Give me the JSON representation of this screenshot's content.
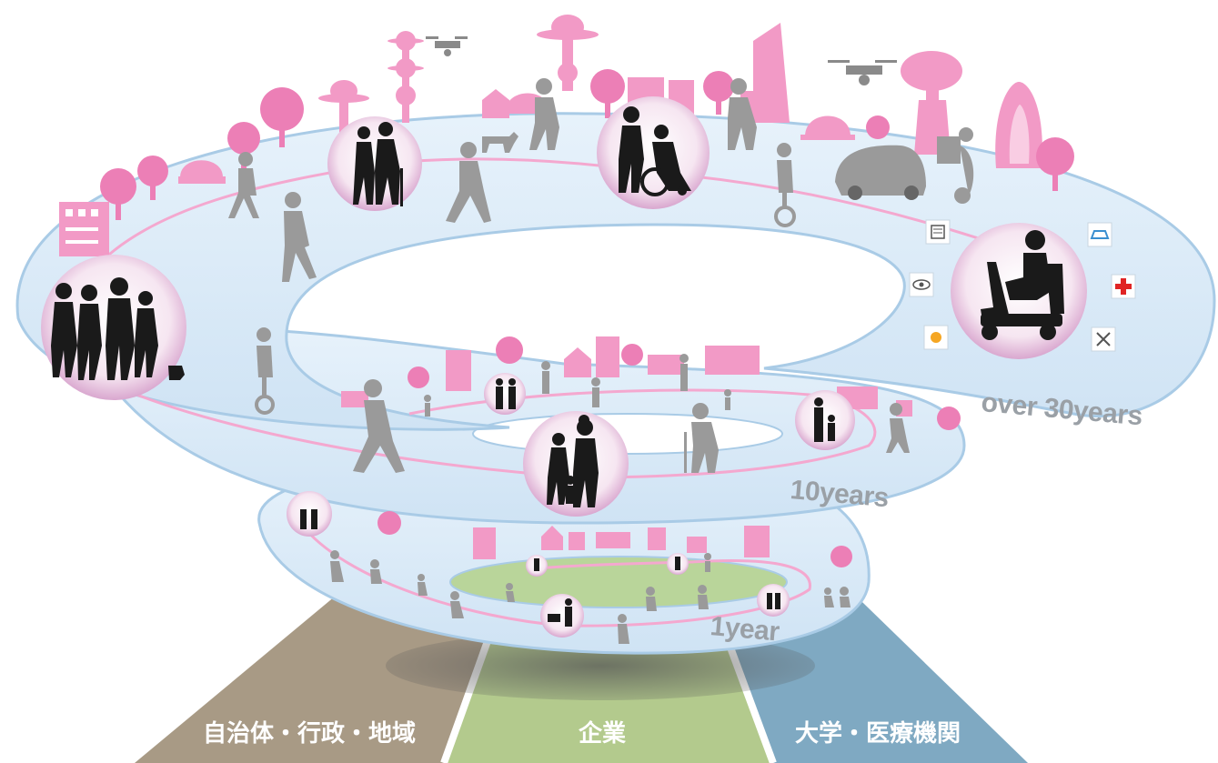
{
  "stages": {
    "one_year": "1year",
    "ten_years": "10years",
    "over_thirty": "over 30years"
  },
  "foundation": {
    "left": "自治体・行政・地域",
    "center": "企業",
    "right": "大学・医療機関"
  },
  "colors": {
    "ring_fill": "#dcecf8",
    "ring_edge": "#a9cbe6",
    "path_line": "#f4a8cf",
    "building_pink": "#f29ac6",
    "tree_pink": "#ec7fb6",
    "silhouette_grey": "#9a9a9a",
    "silhouette_dark": "#1a1a1a",
    "base_left": "#a79a86",
    "base_center": "#b2c98c",
    "base_right": "#7ea8c0"
  },
  "service_icons": [
    "document-icon",
    "car-icon",
    "eye-icon",
    "first-aid-icon",
    "sun-icon",
    "fork-knife-icon"
  ]
}
